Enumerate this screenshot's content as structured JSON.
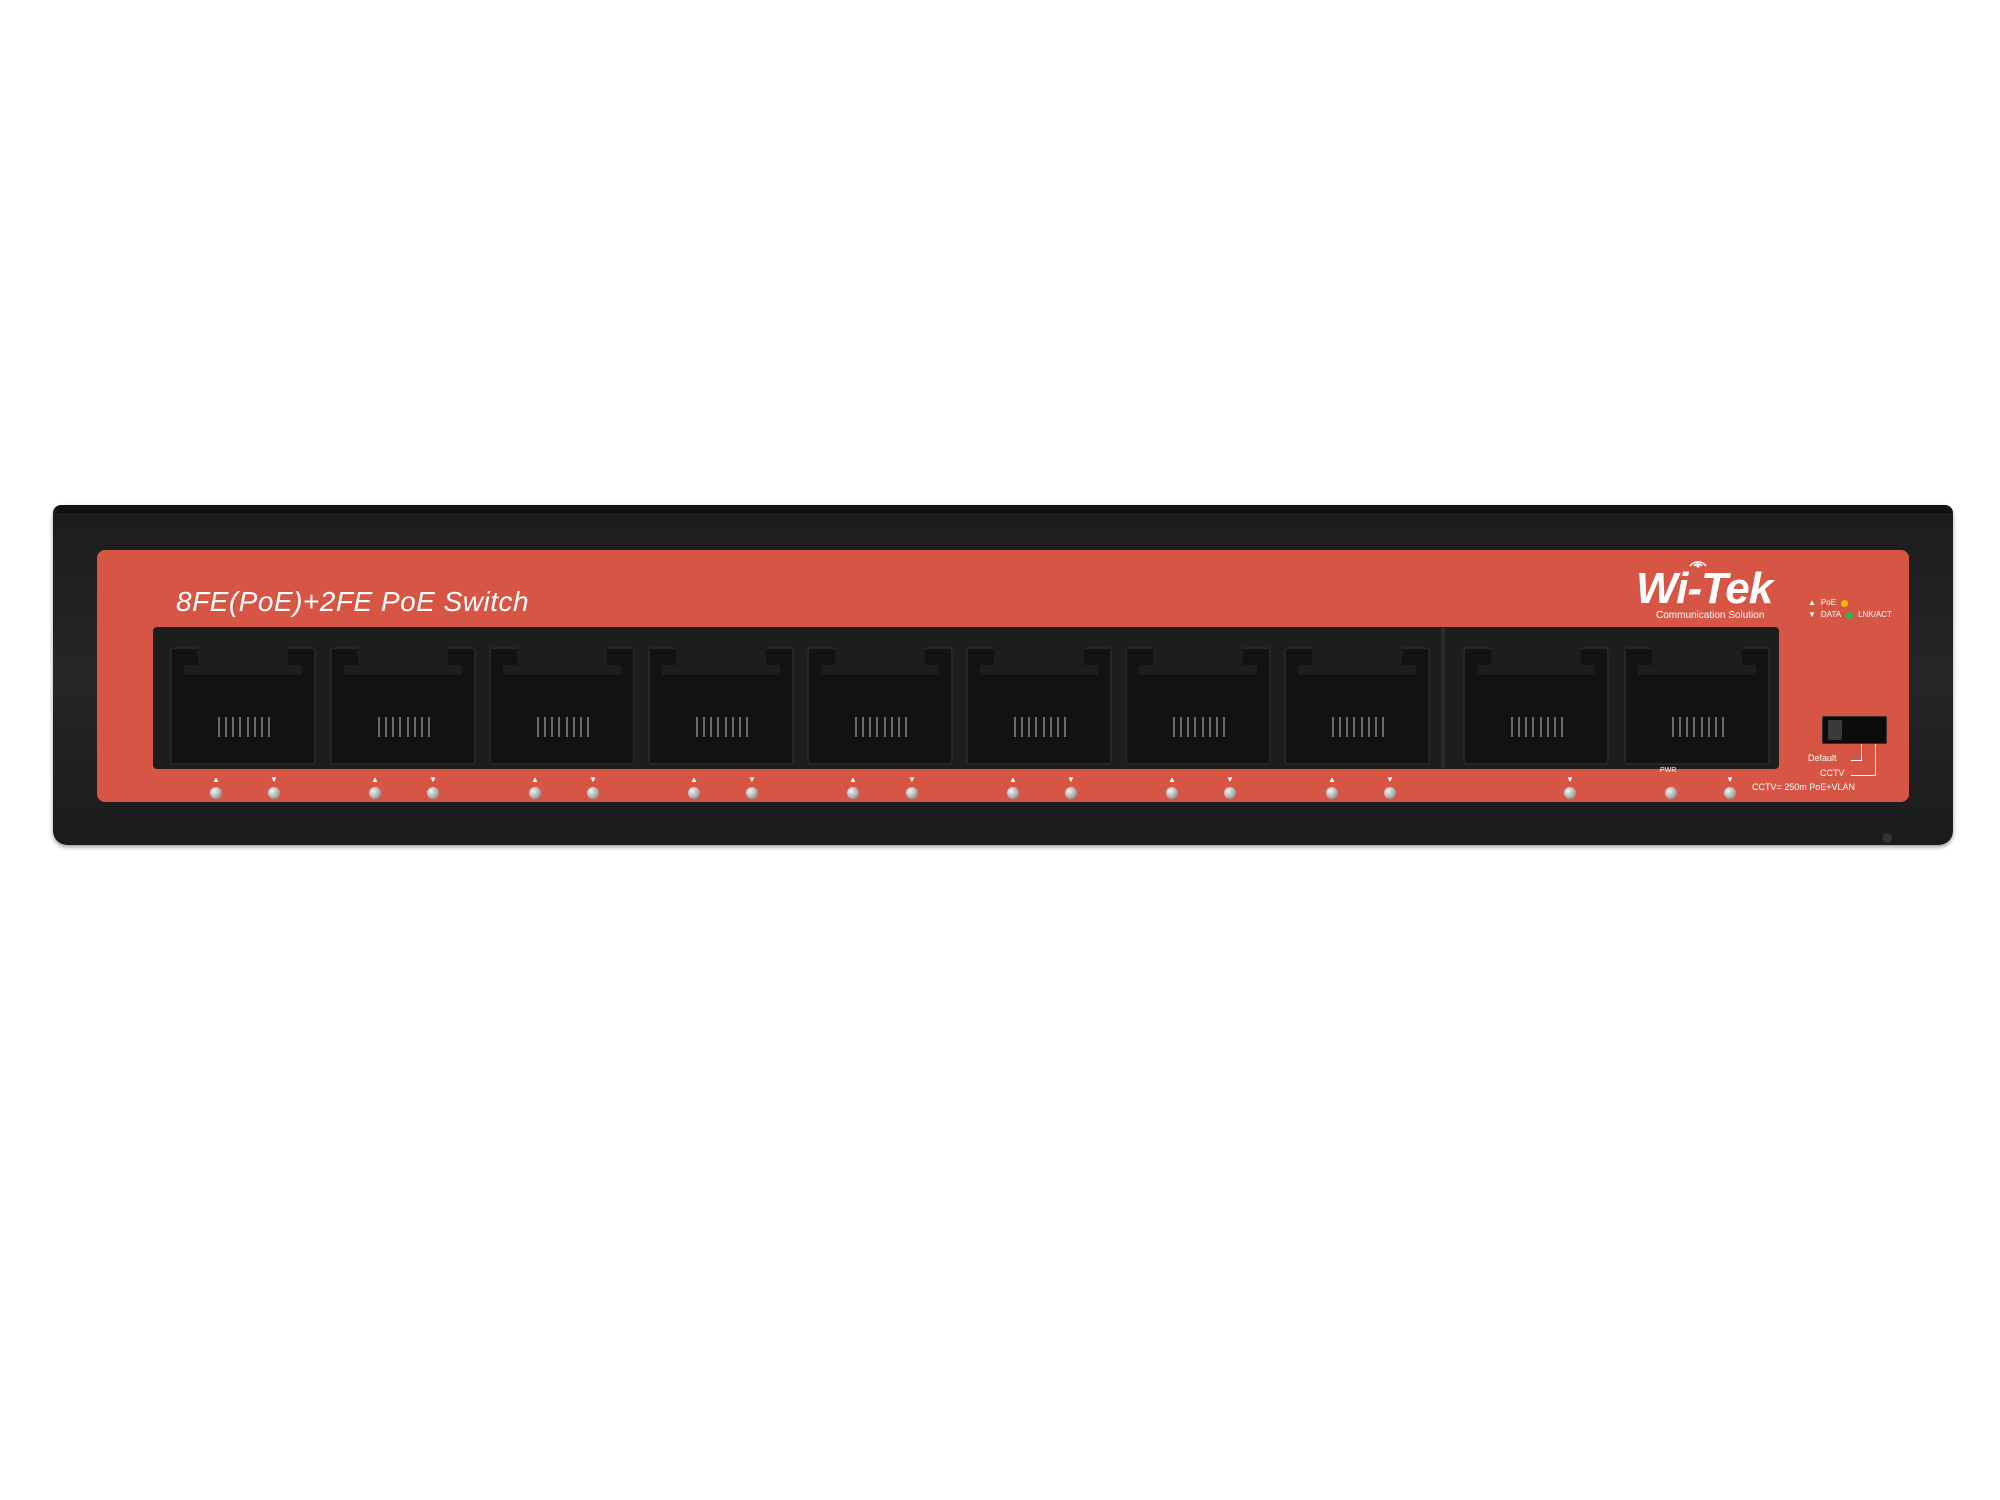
{
  "product": {
    "model_label": "8FE(PoE)+2FE PoE Switch",
    "brand": "Wi-Tek",
    "brand_tagline": "Communication Solution"
  },
  "legend": {
    "poe_label": "PoE",
    "data_label": "DATA",
    "lnk_label": "LNK/ACT",
    "poe_color": "#f2c200",
    "lnk_color": "#34b34a"
  },
  "leds": {
    "pwr_label": "PWR"
  },
  "dip_switch": {
    "default_label": "Default",
    "cctv_label": "CCTV",
    "note": "CCTV= 250m PoE+VLAN"
  },
  "colors": {
    "faceplate": "#d65545",
    "chassis": "#222222"
  }
}
